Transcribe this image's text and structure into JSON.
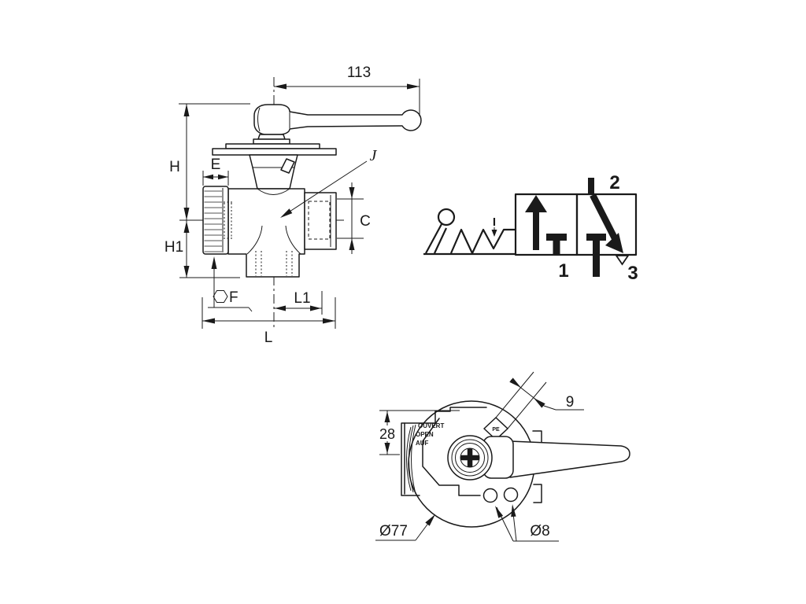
{
  "front_view": {
    "dim_handle_length": "113",
    "dim_height_total": "H",
    "dim_nut_depth": "E",
    "dim_height_lower": "H1",
    "dim_port_bore": "C",
    "label_center": "J",
    "dim_hex_flats": "F",
    "dim_offset": "L1",
    "dim_length_total": "L"
  },
  "schematic": {
    "port_pressure": "1",
    "port_outlet": "2",
    "port_exhaust": "3",
    "position_mark": "I"
  },
  "bottom_view": {
    "dim_plate_height": "28",
    "dim_tab_width": "9",
    "dim_body_diameter": "Ø77",
    "dim_hole_diameter": "Ø8",
    "open_label_fr": "OUVERT",
    "open_label_en": "OPEN",
    "open_label_de": "AUF",
    "tab_label": "PE"
  },
  "colors": {
    "ink": "#1a1a1a",
    "background": "#ffffff"
  }
}
